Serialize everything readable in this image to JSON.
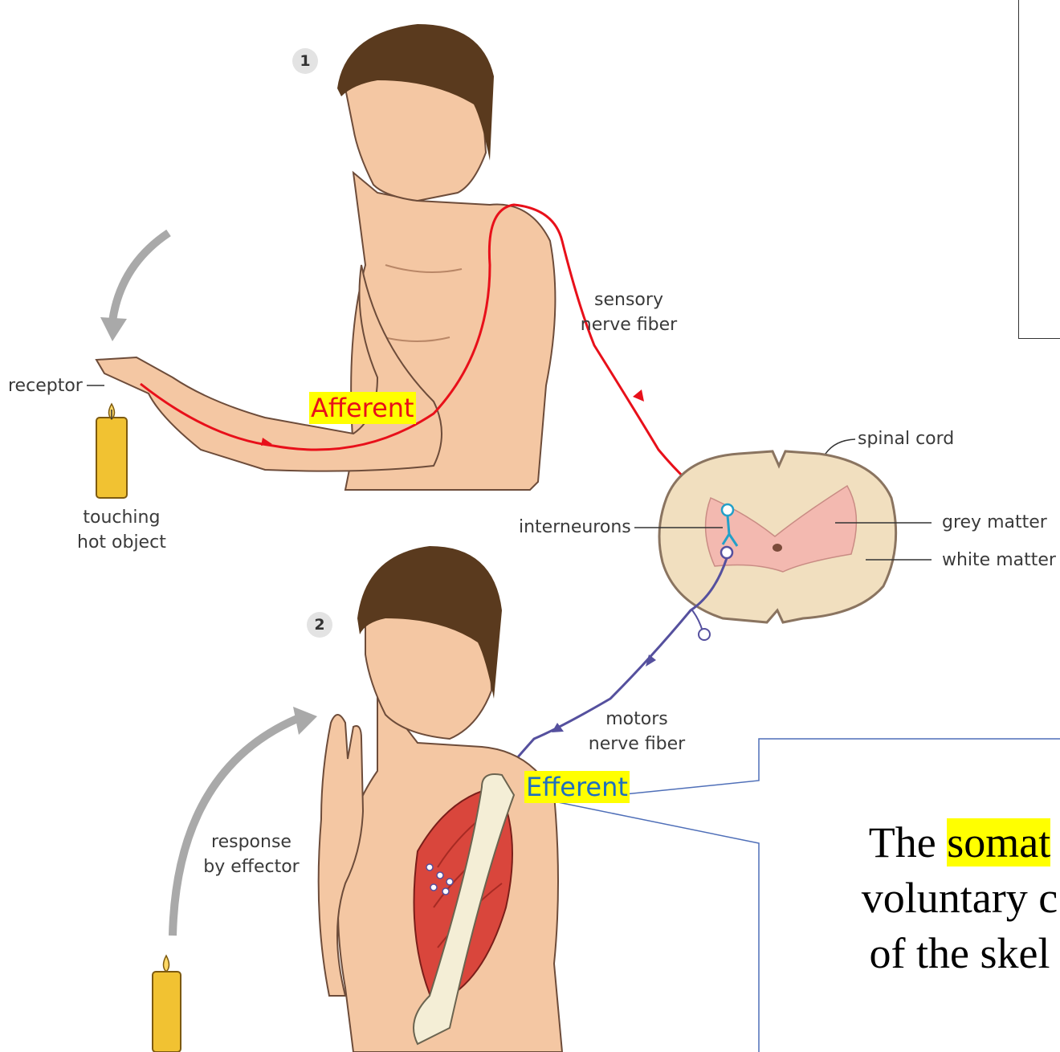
{
  "steps": [
    "1",
    "2"
  ],
  "labels": {
    "receptor": "receptor",
    "touching_hot_object": [
      "touching",
      "hot object"
    ],
    "sensory_nerve_fiber": [
      "sensory",
      "nerve fiber"
    ],
    "spinal_cord": "spinal cord",
    "interneurons": "interneurons",
    "grey_matter": "grey matter",
    "white_matter": "white matter",
    "motors_nerve_fiber": [
      "motors",
      "nerve fiber"
    ],
    "response_by_effector": [
      "response",
      "by effector"
    ]
  },
  "highlights": {
    "afferent": "Afferent",
    "efferent": "Efferent"
  },
  "callout": {
    "line1_prefix": "The ",
    "line1_highlight": "somat",
    "line2": "voluntary c",
    "line3": "of the skel"
  },
  "colors": {
    "sensory_path": "#e8101a",
    "motor_path": "#55509e",
    "interneuron": "#23a0c8",
    "skin": "#f4c7a3",
    "hair": "#5a3a1e",
    "cord_white": "#f1dfbf",
    "cord_grey": "#f3b9b0",
    "highlight": "#ffff00",
    "callout_border": "#4f6fb8"
  }
}
